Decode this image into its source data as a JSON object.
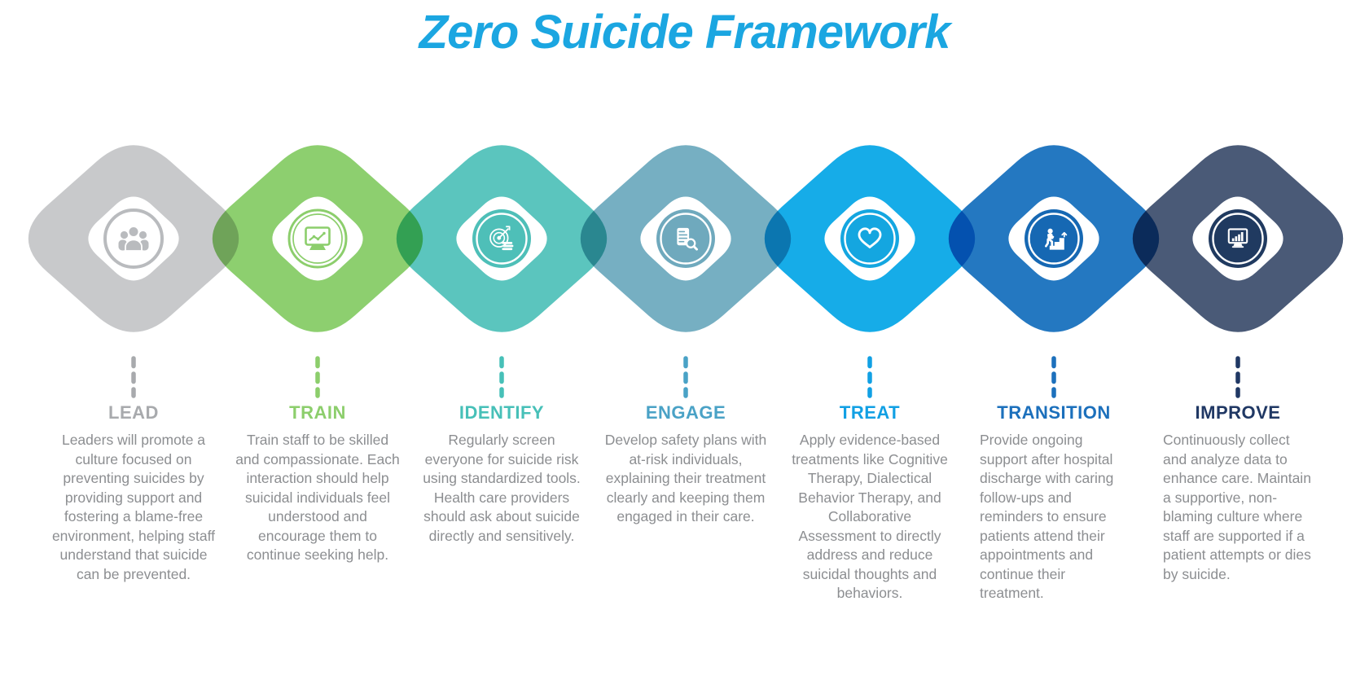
{
  "title": "Zero Suicide Framework",
  "title_color": "#1BA6E1",
  "body_text_color": "#8C8E91",
  "connector_style": "dashed",
  "steps": [
    {
      "label": "LEAD",
      "description": "Leaders will promote a culture focused on preventing suicides by providing support and fostering a blame-free environment, helping staff understand that suicide can be prevented.",
      "diamond_color": "#C8C9CB",
      "label_color": "#A8AAAD",
      "icon_color": "#B9BBBE",
      "icon": "people-group-icon",
      "icon_style": "outline"
    },
    {
      "label": "TRAIN",
      "description": "Train staff to be skilled and compassionate. Each interaction should help suicidal individuals feel understood and encourage them to continue seeking help.",
      "diamond_color": "#8DCF6F",
      "label_color": "#8CCE6C",
      "icon_color": "#8CCE6C",
      "icon": "monitor-line-chart-icon",
      "icon_style": "outline-double"
    },
    {
      "label": "IDENTIFY",
      "description": "Regularly screen everyone for suicide risk using standardized tools. Health care providers should ask about suicide directly and sensitively.",
      "diamond_color": "#5BC5BE",
      "label_color": "#47C0B8",
      "icon_color": "#4EBFB8",
      "icon": "target-dart-icon",
      "icon_style": "filled"
    },
    {
      "label": "ENGAGE",
      "description": "Develop safety plans with at-risk individuals, explaining their treatment clearly and keeping them engaged in their care.",
      "diamond_color": "#76AFC2",
      "label_color": "#4AA2C6",
      "icon_color": "#6FA9BD",
      "icon": "document-search-icon",
      "icon_style": "filled"
    },
    {
      "label": "TREAT",
      "description": "Apply evidence-based treatments like Cognitive Therapy, Dialectical Behavior Therapy, and Collaborative Assessment to directly address and reduce suicidal thoughts and behaviors.",
      "diamond_color": "#16ACE8",
      "label_color": "#11A0E4",
      "icon_color": "#14A6E0",
      "icon": "heart-icon",
      "icon_style": "filled"
    },
    {
      "label": "TRANSITION",
      "description": "Provide ongoing support after hospital discharge with caring follow-ups and reminders to ensure patients attend their appointments and continue their treatment.",
      "diamond_color": "#2478C1",
      "label_color": "#1C70BC",
      "icon_color": "#1668B3",
      "icon": "person-climbing-stairs-icon",
      "icon_style": "filled"
    },
    {
      "label": "IMPROVE",
      "description": "Continuously collect and analyze data to enhance care. Maintain a supportive, non-blaming culture where staff are supported if a patient attempts or dies by suicide.",
      "diamond_color": "#4A5A77",
      "label_color": "#203864",
      "icon_color": "#203A60",
      "icon": "monitor-bar-chart-icon",
      "icon_style": "filled"
    }
  ]
}
